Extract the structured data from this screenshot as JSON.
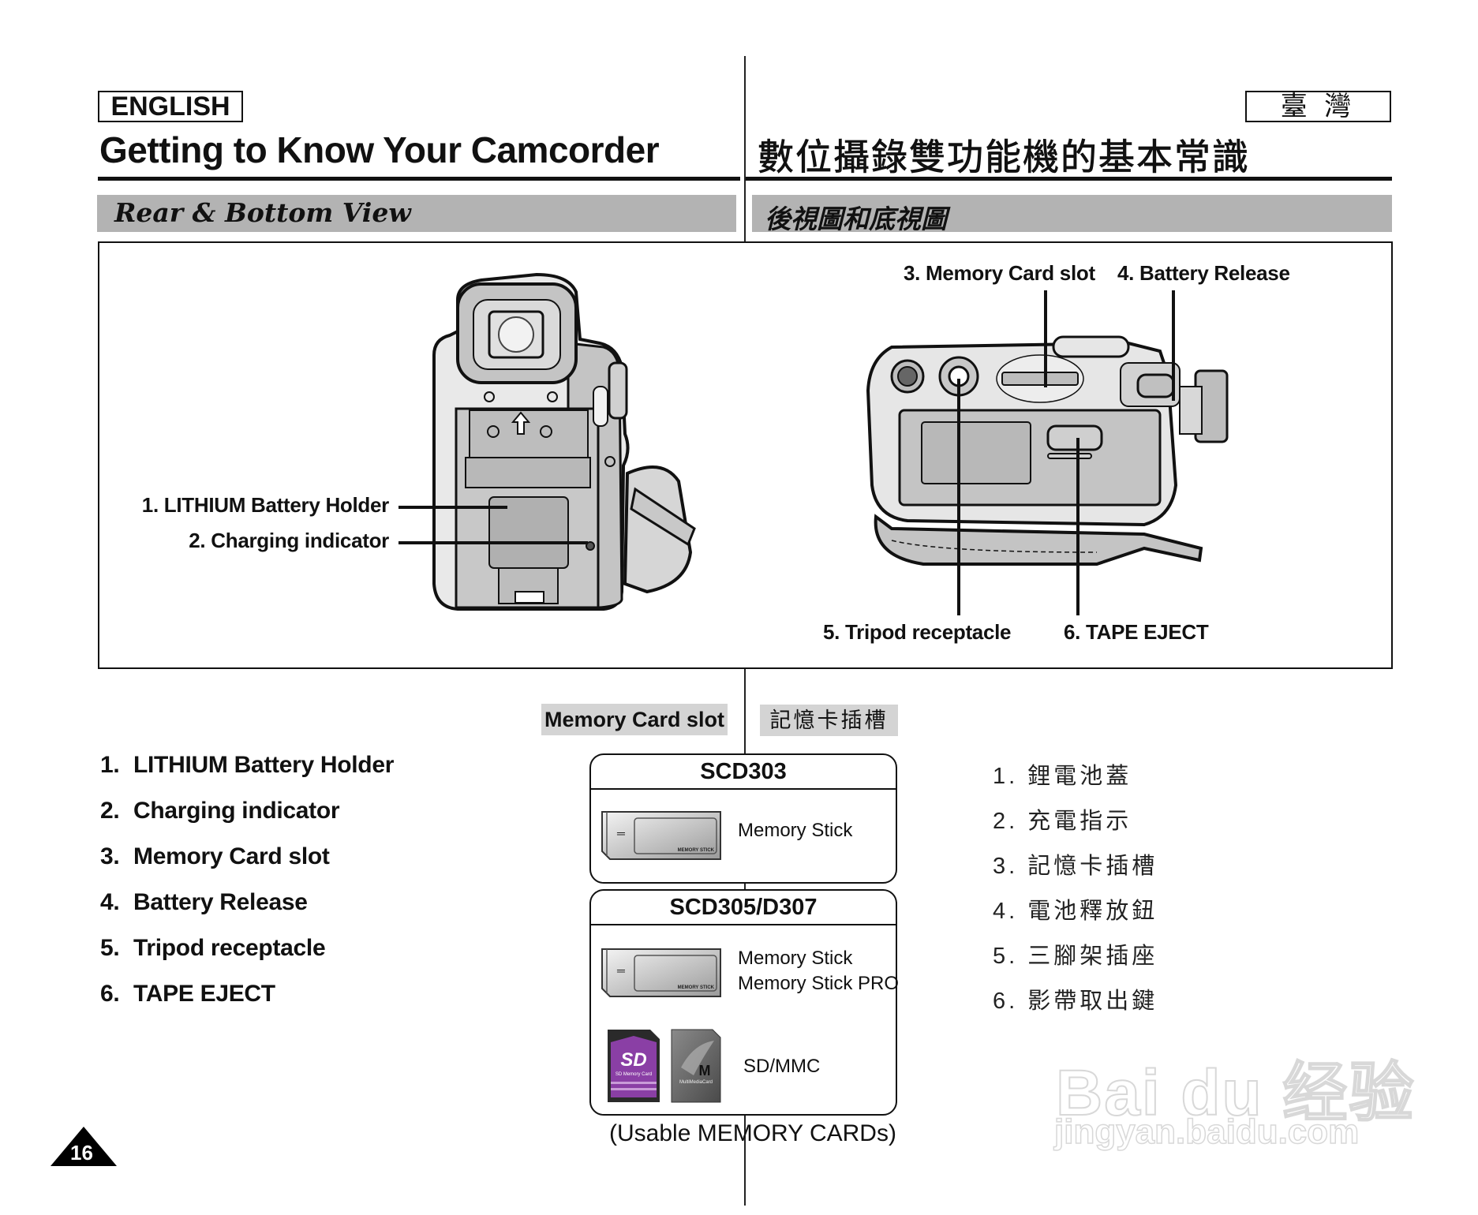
{
  "header": {
    "left_language": "ENGLISH",
    "right_language": "臺  灣",
    "title_en": "Getting to Know Your Camcorder",
    "title_zh": "數位攝錄雙功能機的基本常識"
  },
  "section": {
    "title_en": "Rear & Bottom View",
    "title_zh": "後視圖和底視圖"
  },
  "diagram": {
    "rear_view": {
      "callouts": [
        {
          "label": "1. LITHIUM Battery Holder"
        },
        {
          "label": "2. Charging indicator"
        }
      ]
    },
    "bottom_view": {
      "callouts": [
        {
          "label": "3. Memory Card slot"
        },
        {
          "label": "4. Battery Release"
        },
        {
          "label": "5. Tripod receptacle"
        },
        {
          "label": "6. TAPE EJECT"
        }
      ]
    },
    "colors": {
      "body_fill": "#c4c4c4",
      "panel_fill": "#e6e6e6",
      "outline": "#111111"
    }
  },
  "parts_list_en": [
    {
      "num": "1.",
      "label": "LITHIUM Battery Holder"
    },
    {
      "num": "2.",
      "label": "Charging indicator"
    },
    {
      "num": "3.",
      "label": "Memory Card slot"
    },
    {
      "num": "4.",
      "label": "Battery Release"
    },
    {
      "num": "5.",
      "label": "Tripod receptacle"
    },
    {
      "num": "6.",
      "label": "TAPE EJECT"
    }
  ],
  "parts_list_zh": [
    {
      "label": "1. 鋰電池蓋"
    },
    {
      "label": "2. 充電指示"
    },
    {
      "label": "3. 記憶卡插槽"
    },
    {
      "label": "4. 電池釋放鈕"
    },
    {
      "label": "5. 三腳架插座"
    },
    {
      "label": "6. 影帶取出鍵"
    }
  ],
  "memory_card": {
    "heading_en": "Memory Card slot",
    "heading_zh": "記憶卡插槽",
    "models": [
      {
        "name": "SCD303",
        "cards": [
          {
            "icon": "memory-stick-icon",
            "labels": [
              "Memory Stick"
            ]
          }
        ]
      },
      {
        "name": "SCD305/D307",
        "cards": [
          {
            "icon": "memory-stick-icon",
            "labels": [
              "Memory Stick",
              "Memory Stick PRO"
            ]
          },
          {
            "icon": "sd-mmc-card-icon",
            "labels": [
              "SD/MMC"
            ]
          }
        ]
      }
    ],
    "stick_print": "MEMORY STICK",
    "sd_print": "SD Memory Card",
    "mmc_print": "MultiMediaCard",
    "caption": "(Usable MEMORY CARDs)",
    "colors": {
      "sd_purple": "#8a3fa5",
      "mmc_gray": "#6f6f6f"
    }
  },
  "footer": {
    "page_number": "16"
  },
  "watermark": {
    "brand": "Bai du 经验",
    "url": "jingyan.baidu.com"
  }
}
